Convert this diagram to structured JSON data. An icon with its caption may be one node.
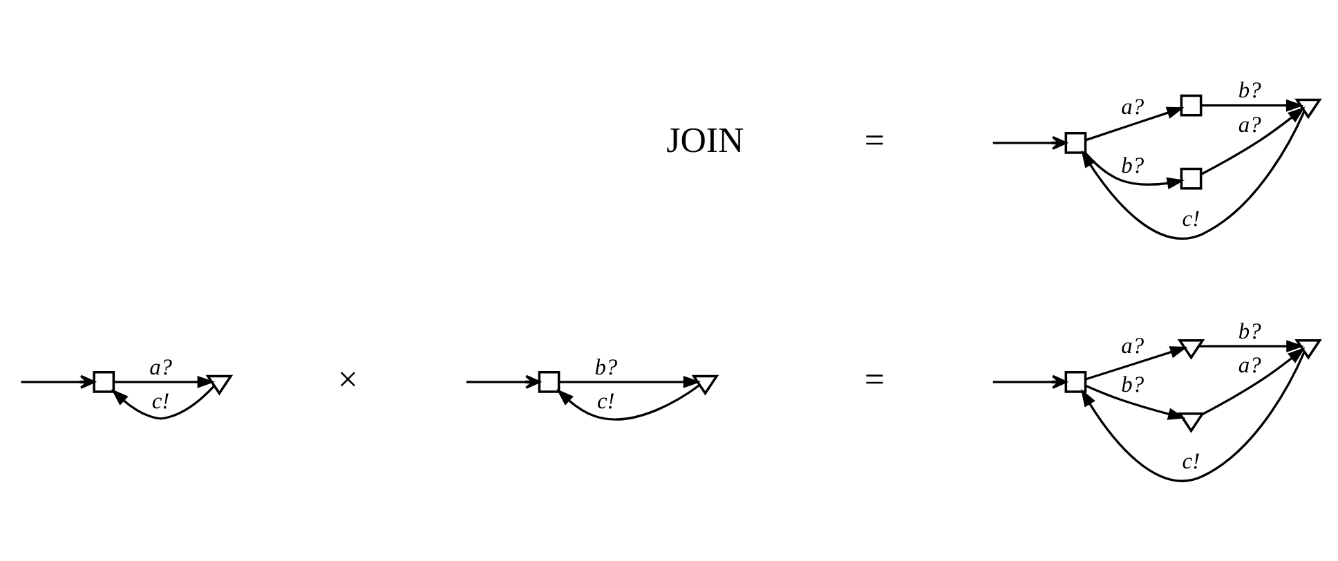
{
  "diagram": {
    "nodes": [
      {
        "text": [],
        "shape": "box"
      },
      {
        "text": [],
        "shape": "triangle"
      },
      {
        "text": [],
        "shape": "box"
      },
      {
        "text": [],
        "shape": "triangle"
      },
      {
        "text": [],
        "shape": "box"
      },
      {
        "text": [],
        "shape": "triangle"
      },
      {
        "text": [],
        "shape": "triangle"
      },
      {
        "text": [],
        "shape": "triangle"
      },
      {
        "text": [],
        "shape": "box"
      },
      {
        "text": [],
        "shape": "box"
      },
      {
        "text": [],
        "shape": "triangle"
      },
      {
        "text": [],
        "shape": "box"
      }
    ],
    "edges": [
      {
        "from": null,
        "to": 0,
        "arrow": "to"
      },
      {
        "from": 0,
        "to": 1,
        "arrow": "to",
        "label": "a?"
      },
      {
        "from": 1,
        "to": 0,
        "arrow": "to",
        "label": "c!"
      },
      {
        "from": null,
        "to": 2,
        "arrow": "to"
      },
      {
        "from": 2,
        "to": 3,
        "arrow": "to",
        "label": "b?"
      },
      {
        "from": 3,
        "to": 2,
        "arrow": "to",
        "label": "c!"
      },
      {
        "from": null,
        "to": 4,
        "arrow": "to"
      },
      {
        "from": 4,
        "to": 5,
        "arrow": "to",
        "label": "a?"
      },
      {
        "from": 5,
        "to": 6,
        "arrow": "to",
        "label": "b?"
      },
      {
        "from": 6,
        "to": 4,
        "arrow": "to",
        "label": "c!"
      },
      {
        "from": 4,
        "to": 7,
        "arrow": "to",
        "label": "b?"
      },
      {
        "from": 7,
        "to": 6,
        "arrow": "to",
        "label": "a?"
      },
      {
        "from": null,
        "to": 8,
        "arrow": "to"
      },
      {
        "from": 8,
        "to": 9,
        "arrow": "to",
        "label": "a?"
      },
      {
        "from": 9,
        "to": 10,
        "arrow": "to",
        "label": "b?"
      },
      {
        "from": 10,
        "to": 8,
        "arrow": "to",
        "label": "c!"
      },
      {
        "from": 8,
        "to": 11,
        "arrow": "to",
        "label": "b?"
      },
      {
        "from": 11,
        "to": 10,
        "arrow": "to",
        "label": "a?"
      }
    ],
    "labels": [
      "×",
      "=",
      "JOIN",
      "="
    ]
  }
}
